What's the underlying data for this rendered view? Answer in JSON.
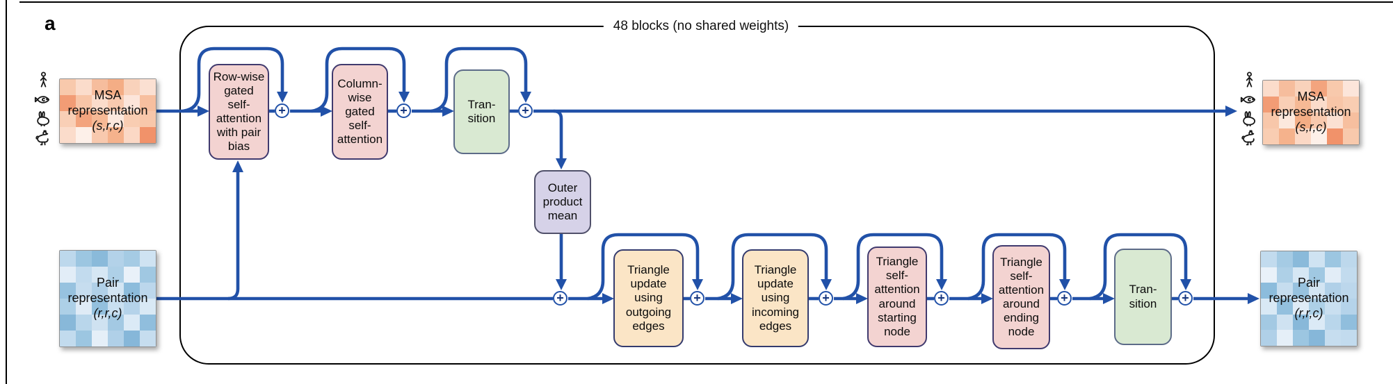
{
  "panel_label": "a",
  "loop_label": "48 blocks (no shared weights)",
  "add_symbol": "+",
  "colors": {
    "arrow_blue": "#2151a8",
    "attention_fill": "#f3d3d1",
    "triangle_fill": "#fbe5c6",
    "transition_fill": "#d9e9d2",
    "outer_fill": "#d6d2e8"
  },
  "species_icons": [
    "human",
    "fish",
    "rabbit",
    "rooster"
  ],
  "blocks": [
    {
      "id": "row-wise-gated-self-attention",
      "label": "Row-wise\ngated\nself-\nattention\nwith pair\nbias"
    },
    {
      "id": "column-wise-gated-self-attention",
      "label": "Column-\nwise\ngated\nself-\nattention"
    },
    {
      "id": "msa-transition",
      "label": "Tran-\nsition"
    },
    {
      "id": "outer-product-mean",
      "label": "Outer\nproduct\nmean"
    },
    {
      "id": "triangle-update-outgoing",
      "label": "Triangle\nupdate\nusing\noutgoing\nedges"
    },
    {
      "id": "triangle-update-incoming",
      "label": "Triangle\nupdate\nusing\nincoming\nedges"
    },
    {
      "id": "triangle-self-attention-starting",
      "label": "Triangle\nself-\nattention\naround\nstarting\nnode"
    },
    {
      "id": "triangle-self-attention-ending",
      "label": "Triangle\nself-\nattention\naround\nending\nnode"
    },
    {
      "id": "pair-transition",
      "label": "Tran-\nsition"
    }
  ],
  "representations": {
    "msa_input": {
      "name": "MSA\nrepresentation",
      "dims": "(s,r,c)",
      "heatmap": [
        [
          "#f8c9ac",
          "#fbdccb",
          "#f6bd9d",
          "#f4ad85",
          "#f9d2bb",
          "#fbe0d2"
        ],
        [
          "#f29c75",
          "#f8c5a7",
          "#fbdccb",
          "#f8c9ae",
          "#fce5da",
          "#f7bf9f"
        ],
        [
          "#f9cfb6",
          "#f3a47e",
          "#f6b995",
          "#fce8dd",
          "#f9cdb2",
          "#f8c7aa"
        ],
        [
          "#fbdccb",
          "#fdf0e9",
          "#f8c9ae",
          "#f5b28c",
          "#fbd8c5",
          "#f1926a"
        ]
      ]
    },
    "msa_output": {
      "name": "MSA\nrepresentation",
      "dims": "(s,r,c)",
      "heatmap": [
        [
          "#fbdccb",
          "#f6bd9d",
          "#f9d2bb",
          "#f3a47e",
          "#f8c9ac",
          "#fce5da"
        ],
        [
          "#f29c75",
          "#f9cfb6",
          "#f6b995",
          "#fbdccb",
          "#f8c5a7",
          "#f9cdb2"
        ],
        [
          "#f8c7aa",
          "#fce8dd",
          "#f4ad85",
          "#f8c9ae",
          "#fbe0d2",
          "#f7bf9f"
        ],
        [
          "#f9cdb2",
          "#f5b28c",
          "#fbd8c5",
          "#fdf0e9",
          "#f1926a",
          "#f8c9ac"
        ]
      ]
    },
    "pair_input": {
      "name": "Pair\nrepresentation",
      "dims": "(r,r,c)",
      "heatmap": [
        [
          "#bdd8ec",
          "#9cc6e1",
          "#8abada",
          "#b3d2e9",
          "#a5cbe4",
          "#cfe3f2"
        ],
        [
          "#e2edf7",
          "#c2dbee",
          "#d6e7f4",
          "#aed0e7",
          "#e9f1f9",
          "#a0c8e2"
        ],
        [
          "#97c2df",
          "#c6ddef",
          "#b0d0e8",
          "#d3e5f3",
          "#8cbcdc",
          "#bcd7ec"
        ],
        [
          "#add0e7",
          "#dfebf6",
          "#93c0de",
          "#c9dff0",
          "#b5d3ea",
          "#d9e9f5"
        ],
        [
          "#88b8d9",
          "#b9d6eb",
          "#cfe2f1",
          "#a3c9e3",
          "#dbeaf6",
          "#90bedd"
        ],
        [
          "#c2dbee",
          "#9cc6e1",
          "#e5eff8",
          "#b0d0e8",
          "#86b7d9",
          "#c6ddef"
        ]
      ]
    },
    "pair_output": {
      "name": "Pair\nrepresentation",
      "dims": "(r,r,c)",
      "heatmap": [
        [
          "#c2dbee",
          "#a5cbe4",
          "#8abada",
          "#cfe3f2",
          "#9cc6e1",
          "#bdd8ec"
        ],
        [
          "#e9f1f9",
          "#aed0e7",
          "#d6e7f4",
          "#a0c8e2",
          "#e2edf7",
          "#c2dbee"
        ],
        [
          "#8cbcdc",
          "#c6ddef",
          "#97c2df",
          "#d3e5f3",
          "#b0d0e8",
          "#bcd7ec"
        ],
        [
          "#d9e9f5",
          "#93c0de",
          "#dfebf6",
          "#add0e7",
          "#c9dff0",
          "#b5d3ea"
        ],
        [
          "#a3c9e3",
          "#cfe2f1",
          "#88b8d9",
          "#dbeaf6",
          "#b9d6eb",
          "#90bedd"
        ],
        [
          "#b0d0e8",
          "#e5eff8",
          "#9cc6e1",
          "#86b7d9",
          "#c6ddef",
          "#c2dbee"
        ]
      ]
    }
  }
}
